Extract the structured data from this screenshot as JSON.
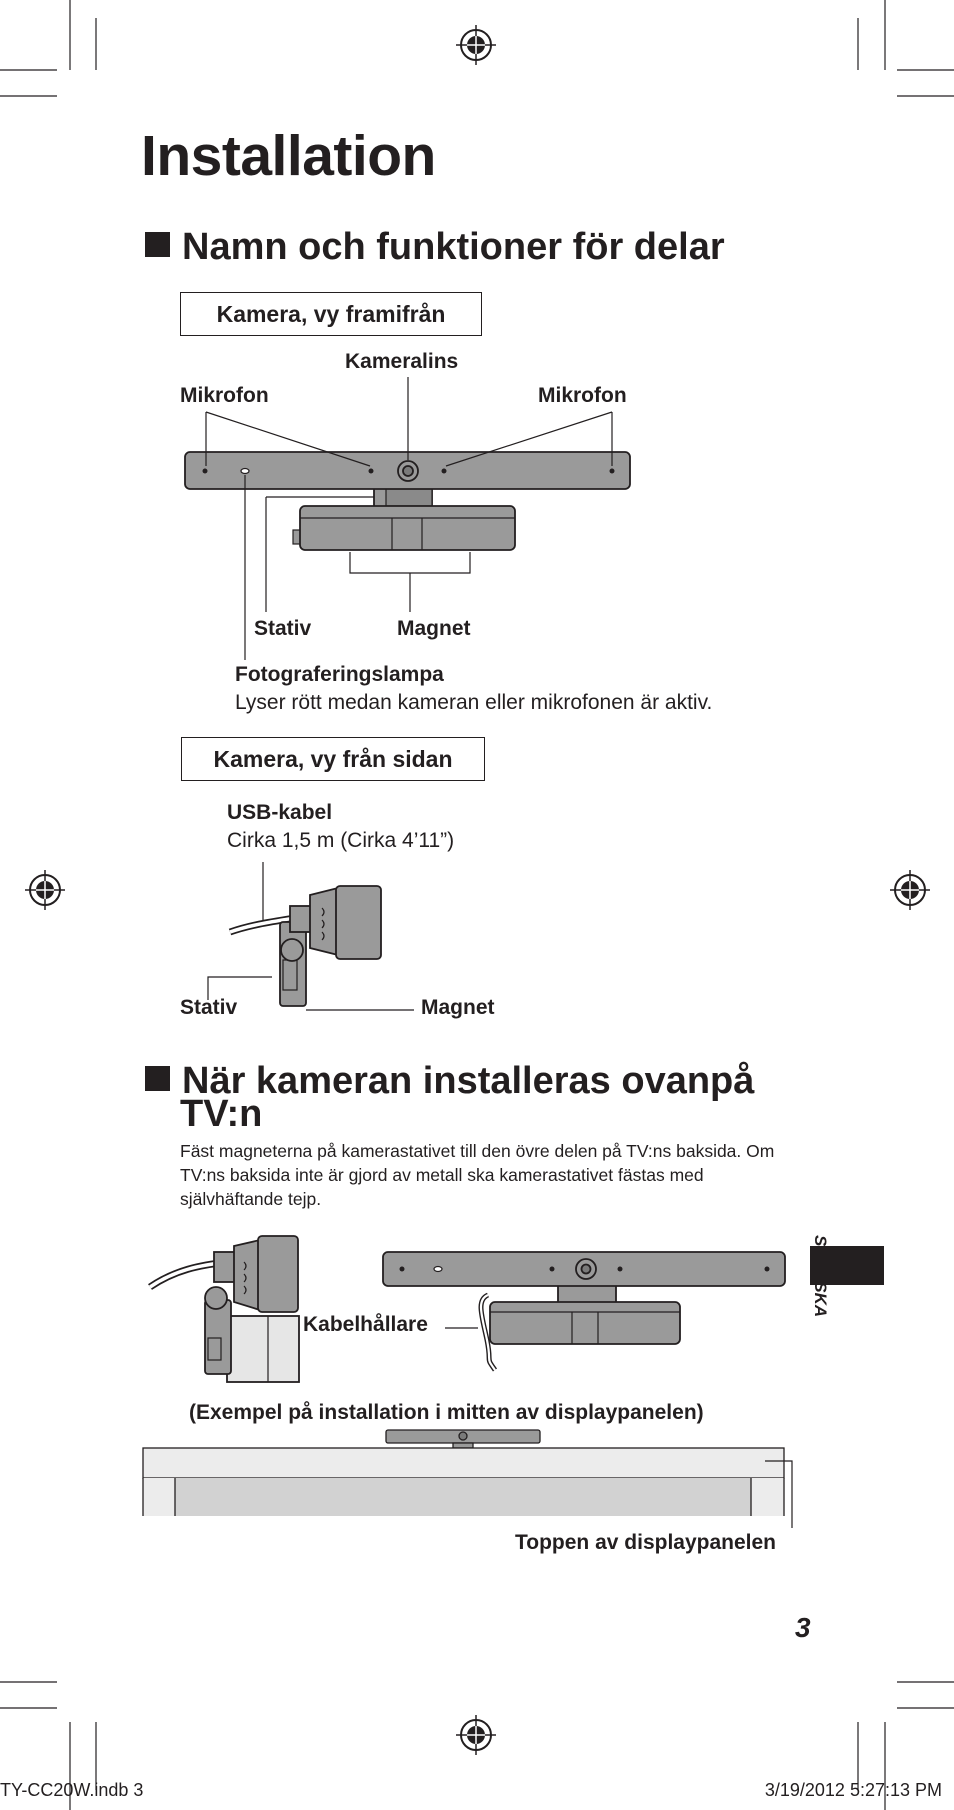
{
  "title": "Installation",
  "section1": {
    "heading": "Namn och funktioner för delar",
    "front_view_box": "Kamera, vy framifrån",
    "labels": {
      "kameralins": "Kameralins",
      "mikrofon_left": "Mikrofon",
      "mikrofon_right": "Mikrofon",
      "stativ": "Stativ",
      "magnet": "Magnet",
      "fotograferingslampa": "Fotograferingslampa",
      "lamp_description": "Lyser rött medan kameran eller mikrofonen är aktiv."
    },
    "side_view_box": "Kamera, vy från sidan",
    "side_labels": {
      "usb_kabel": "USB-kabel",
      "usb_length": "Cirka 1,5 m (Cirka 4’11”)",
      "stativ": "Stativ",
      "magnet": "Magnet"
    }
  },
  "section2": {
    "heading_line1": "När kameran installeras ovanpå",
    "heading_line2": "TV:n",
    "body_text": "Fäst magneterna på kamerastativet till den övre delen på TV:ns baksida. Om TV:ns baksida inte är gjord av metall ska kamerastativet fästas med självhäftande tejp.",
    "kabelhallare": "Kabelhållare",
    "example_caption": "(Exempel på installation i mitten av displaypanelen)",
    "toppen_label": "Toppen av displaypanelen"
  },
  "side_tab_language": "SVENSKA",
  "page_number": "3",
  "footer": {
    "file": "TY-CC20W.indb   3",
    "timestamp": "3/19/2012   5:27:13 PM"
  }
}
